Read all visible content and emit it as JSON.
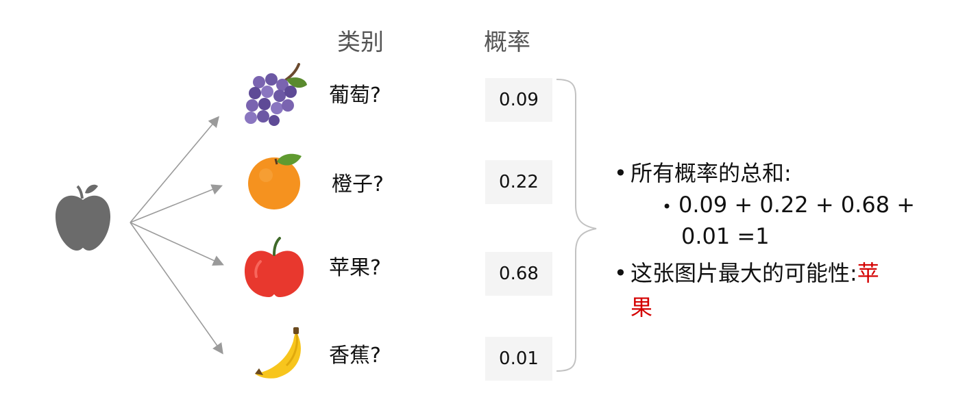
{
  "headers": {
    "category": "类别",
    "probability": "概率"
  },
  "items": [
    {
      "icon": "grapes-icon",
      "label": "葡萄?",
      "prob": "0.09"
    },
    {
      "icon": "orange-icon",
      "label": "橙子?",
      "prob": "0.22"
    },
    {
      "icon": "apple-icon",
      "label": "苹果?",
      "prob": "0.68"
    },
    {
      "icon": "banana-icon",
      "label": "香蕉?",
      "prob": "0.01"
    }
  ],
  "summary": {
    "bullet1": "所有概率的总和:",
    "sub_bullet_line1": "0.09 + 0.22 + 0.68 +",
    "sub_bullet_line2": "0.01 =1",
    "bullet2": "这张图片最大的可能性:",
    "answer_part1": "苹",
    "answer_part2": "果"
  },
  "colors": {
    "answer": "#d40000",
    "input_apple": "#6b6b6b",
    "arrow": "#9a9a9a"
  }
}
